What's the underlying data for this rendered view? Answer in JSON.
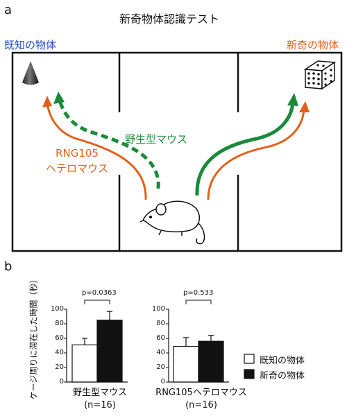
{
  "panel_a": {
    "letter": "a",
    "title": "新奇物体認識テスト",
    "label_familiar": "既知の物体",
    "label_novel": "新奇の物体",
    "label_wild": "野生型マウス",
    "label_rng_line1": "RNG105",
    "label_rng_line2": "ヘテロマウス",
    "colors": {
      "familiar": "#1f4fbf",
      "novel": "#e0601a",
      "wild": "#1a8a3a",
      "rng": "#e0601a"
    }
  },
  "panel_b": {
    "letter": "b",
    "ylabel": "ケージ周りに滞在した時間（秒）",
    "legend_familiar": "既知の物体",
    "legend_novel": "新奇の物体"
  },
  "chart_data": [
    {
      "type": "bar",
      "categories": [
        "既知の物体",
        "新奇の物体"
      ],
      "values": [
        51,
        85
      ],
      "errors": [
        9,
        12
      ],
      "ylim": [
        0,
        100
      ],
      "yticks": [
        "0",
        "20",
        "40",
        "60",
        "80",
        "100"
      ],
      "group_label_line1": "野生型マウス",
      "group_label_line2": "(n=16)",
      "pvalue": "p=0.0363"
    },
    {
      "type": "bar",
      "categories": [
        "既知の物体",
        "新奇の物体"
      ],
      "values": [
        49,
        56
      ],
      "errors": [
        12,
        8
      ],
      "ylim": [
        0,
        100
      ],
      "yticks": [
        "0",
        "20",
        "40",
        "60",
        "80",
        "100"
      ],
      "group_label_line1": "RNG105ヘテロマウス",
      "group_label_line2": "(n=16)",
      "pvalue": "p=0.533"
    }
  ]
}
